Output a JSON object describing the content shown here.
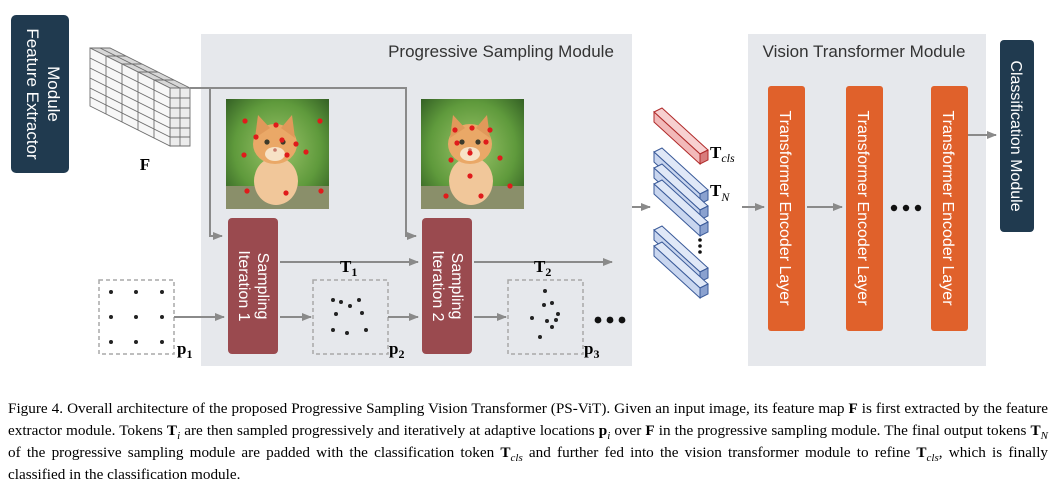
{
  "figure": {
    "feature_extractor": "Feature Extractor Module",
    "feature_map_label": "F",
    "progressive_sampling_title": "Progressive Sampling Module",
    "sampling_iteration_1": [
      "Sampling",
      "Iteration 1"
    ],
    "sampling_iteration_2": [
      "Sampling",
      "Iteration 2"
    ],
    "token_T1": {
      "base": "T",
      "sub": "1"
    },
    "token_T2": {
      "base": "T",
      "sub": "2"
    },
    "point_p1": {
      "base": "p",
      "sub": "1"
    },
    "point_p2": {
      "base": "p",
      "sub": "2"
    },
    "point_p3": {
      "base": "p",
      "sub": "3"
    },
    "token_Tcls": {
      "base": "T",
      "sub": "cls"
    },
    "token_TN": {
      "base": "T",
      "sub": "N"
    },
    "vision_transformer_title": "Vision Transformer Module",
    "encoder_layer_label": "Transformer Encoder Layer",
    "classification_module": "Classification Module",
    "colors": {
      "dark_navy": "#203a4f",
      "sampling_red": "#9a4a4f",
      "encoder_orange": "#e0612b",
      "panel_gray": "#e6e8ec",
      "token_blue": "#c9d6ef",
      "token_red": "#f2b9b9"
    }
  },
  "caption": {
    "segments": [
      {
        "t": "Figure 4. Overall architecture of the proposed Progressive Sampling Vision Transformer (PS-ViT). Given an input image, its feature map "
      },
      {
        "t": "F",
        "s": "mb"
      },
      {
        "t": " is first extracted by the feature extractor module. Tokens "
      },
      {
        "t": "T",
        "s": "mb"
      },
      {
        "t": "i",
        "s": "mi",
        "sub": true
      },
      {
        "t": " are then sampled progressively and iteratively at adaptive locations "
      },
      {
        "t": "p",
        "s": "mb"
      },
      {
        "t": "i",
        "s": "mi",
        "sub": true
      },
      {
        "t": " over "
      },
      {
        "t": "F",
        "s": "mb"
      },
      {
        "t": " in the progressive sampling module. The final output tokens "
      },
      {
        "t": "T",
        "s": "mb"
      },
      {
        "t": "N",
        "s": "mi",
        "sub": true
      },
      {
        "t": " of the progressive sampling module are padded with the classification token "
      },
      {
        "t": "T",
        "s": "mb"
      },
      {
        "t": "cls",
        "s": "mi",
        "sub": true
      },
      {
        "t": " and further fed into the vision transformer module to refine "
      },
      {
        "t": "T",
        "s": "mb"
      },
      {
        "t": "cls",
        "s": "mi",
        "sub": true
      },
      {
        "t": ", which is finally classified in the classification module."
      }
    ]
  }
}
